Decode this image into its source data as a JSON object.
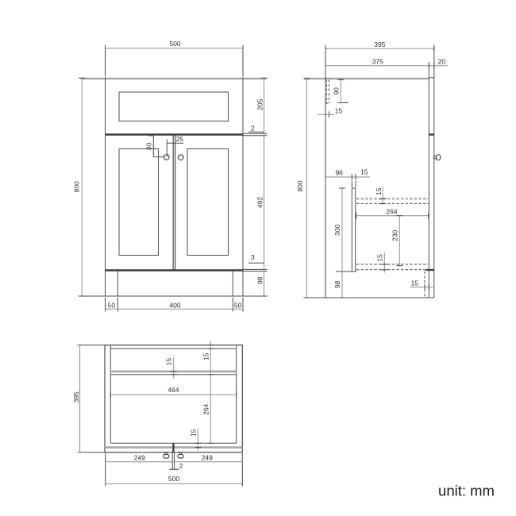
{
  "unit_label": "unit: mm",
  "front_view": {
    "width": "500",
    "height": "800",
    "drawer_height": "205",
    "drawer_gap": "2",
    "handle_drop": "80",
    "handle_inset": "25",
    "door_height": "492",
    "door_gap": "3",
    "plinth_height": "98",
    "plinth_inset_left": "50",
    "doors_width": "400",
    "plinth_inset_right": "50"
  },
  "side_view": {
    "depth": "395",
    "carcass_depth": "375",
    "door_thickness": "20",
    "back_rail_height": "90",
    "back_rail_thickness": "15",
    "height": "800",
    "worktop_offset": "96",
    "partition_thickness": "15",
    "worktop_thickness": "15",
    "inner_depth": "264",
    "inner_height": "230",
    "partition_height": "300",
    "bottom_panel_thickness": "15",
    "plinth_height": "98",
    "plinth_recess": "15"
  },
  "plan_view": {
    "depth": "395",
    "back_panel_thickness": "15",
    "rail_thickness": "15",
    "inner_width": "464",
    "inner_depth": "264",
    "front_gap": "15",
    "door_width_left": "249",
    "door_gap": "2",
    "door_width_right": "249",
    "width": "500"
  }
}
